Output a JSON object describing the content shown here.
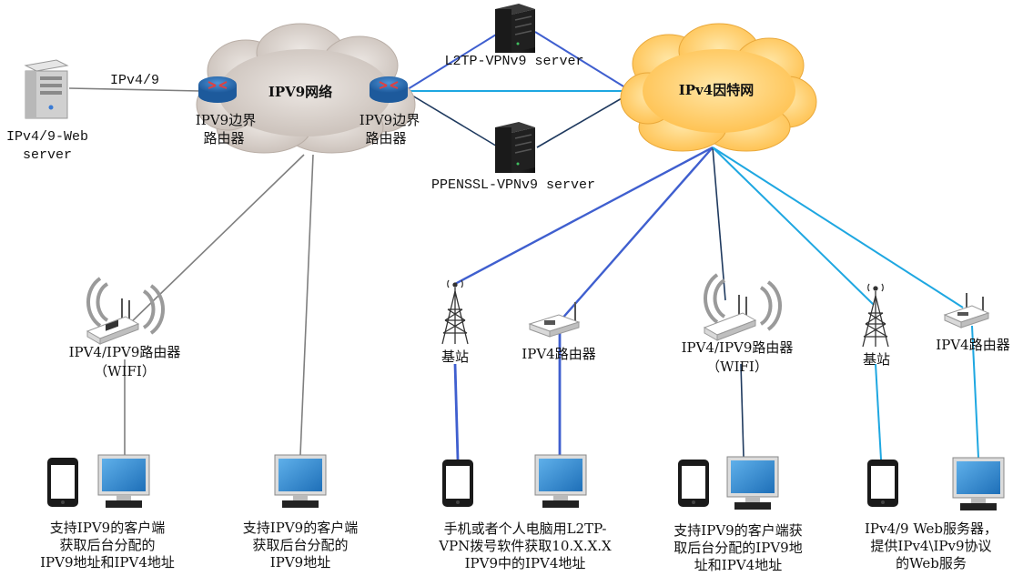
{
  "title": "",
  "nodes": {
    "web_server": [
      "IPv4/9-Web",
      "server"
    ],
    "ipv49_link": "IPv4/9",
    "ipv9_cloud": "IPV9网络",
    "border_router_left": [
      "IPV9边界",
      "路由器"
    ],
    "border_router_right": [
      "IPV9边界",
      "路由器"
    ],
    "l2tp_server": "L2TP-VPNv9  server",
    "ppenssl_server": "PPENSSL-VPNv9  server",
    "ipv4_cloud": "IPv4因特网",
    "wifi_router_left": [
      "IPV4/IPV9路由器",
      "（WIFI）"
    ],
    "tower_left": "基站",
    "ipv4_router_mid": "IPV4路由器",
    "wifi_router_right": [
      "IPV4/IPV9路由器",
      "（WIFI）"
    ],
    "tower_right": "基站",
    "ipv4_router_right": "IPV4路由器"
  },
  "captions": {
    "client1": [
      "支持IPV9的客户端",
      "获取后台分配的",
      "IPV9地址和IPV4地址"
    ],
    "client2": [
      "支持IPV9的客户端",
      "获取后台分配的",
      "IPV9地址"
    ],
    "client3": [
      "手机或者个人电脑用L2TP-",
      "VPN拨号软件获取10.X.X.X",
      "IPV9中的IPV4地址"
    ],
    "client4": [
      "支持IPV9的客户端获",
      "取后台分配的IPV9地",
      "址和IPV4地址"
    ],
    "client5": [
      "IPv4/9 Web服务器，",
      "提供IPv4\\IPv9协议",
      "的Web服务"
    ]
  },
  "colors": {
    "gray_line": "#7f7f7f",
    "dark_line": "#1f3a5f",
    "blue_line": "#3f5fcf",
    "cyan_line": "#1ea7e1",
    "ipv9_cloud": "#d4ccc6",
    "ipv4_cloud": "#ffd37a",
    "screen": "#2e86d0",
    "router": "#2d6fb4"
  },
  "icons": [
    "server-icon",
    "router-icon",
    "cloud-icon",
    "wifi-router-icon",
    "cell-tower-icon",
    "ipv4-router-icon",
    "smartphone-icon",
    "monitor-icon"
  ]
}
